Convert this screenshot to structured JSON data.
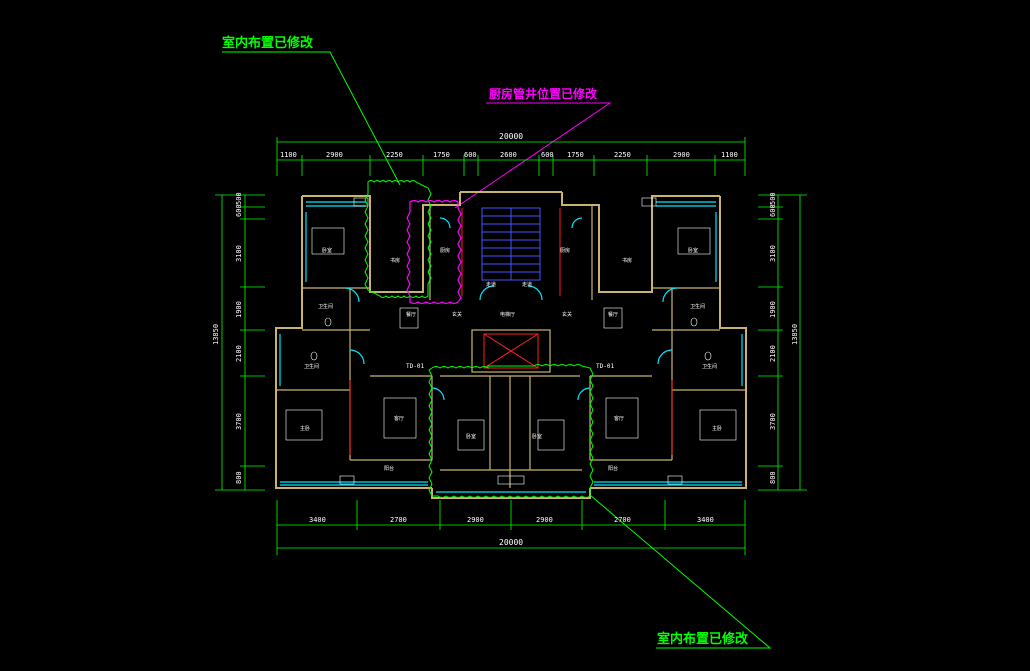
{
  "notes": {
    "top_left": "室内布置已修改",
    "top_center": "厨房管井位置已修改",
    "bottom_right": "室内布置已修改"
  },
  "colors": {
    "background": "#000000",
    "dimension_line": "#00ff00",
    "dimension_text": "#ffffff",
    "wall": "#c8b46e",
    "window": "#00e5ff",
    "revision_cloud_green": "#00ff00",
    "revision_cloud_magenta": "#ff00ff",
    "stair": "#4455ff",
    "door": "#00e5ff",
    "red_line": "#ff2020"
  },
  "dimensions": {
    "top_total": "20000",
    "top_segments": [
      "1100",
      "2900",
      "2250",
      "1750",
      "600",
      "2600",
      "600",
      "1750",
      "2250",
      "2900",
      "1100"
    ],
    "bottom_segments": [
      "3400",
      "2700",
      "2900",
      "2900",
      "2700",
      "3400"
    ],
    "bottom_total": "20000",
    "left_total": "13850",
    "left_segments": [
      "500",
      "600",
      "3100",
      "1900",
      "2100",
      "3700",
      "800"
    ],
    "right_total": "13850",
    "right_segments": [
      "500",
      "600",
      "3100",
      "1900",
      "2100",
      "3700",
      "800"
    ]
  },
  "unit_tags": [
    "TD-01",
    "TD-01"
  ],
  "rooms": {
    "bedroom": "卧室",
    "master_bedroom": "主卧",
    "living_room": "客厅",
    "dining_room": "餐厅",
    "kitchen": "厨房",
    "bathroom": "卫生间",
    "entrance": "玄关",
    "elevator_hall": "电梯厅",
    "corridor": "走道",
    "balcony": "阳台",
    "study": "书房"
  }
}
